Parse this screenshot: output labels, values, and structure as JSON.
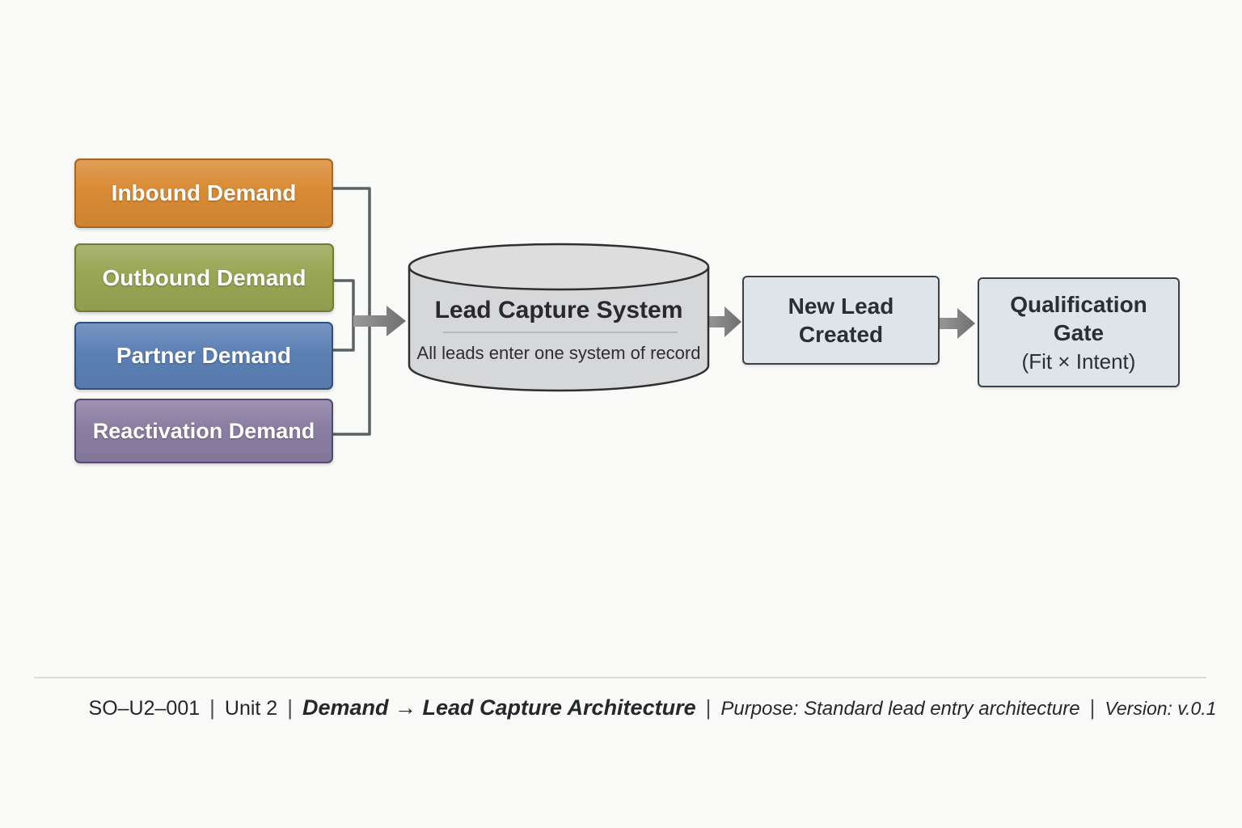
{
  "diagram": {
    "sources": [
      {
        "id": "inbound",
        "label": "Inbound Demand",
        "fill": "#D98B35",
        "border": "#A8661F"
      },
      {
        "id": "outbound",
        "label": "Outbound Demand",
        "fill": "#98A654",
        "border": "#6F7C33"
      },
      {
        "id": "partner",
        "label": "Partner Demand",
        "fill": "#5C80B5",
        "border": "#2F4F77"
      },
      {
        "id": "reactivation",
        "label": "Reactivation Demand",
        "fill": "#8A7EA2",
        "border": "#55496F"
      }
    ],
    "database": {
      "title": "Lead Capture System",
      "subtitle": "All leads enter one system of record",
      "fill": "#D6D7D8",
      "fill_top": "#DDDDDD",
      "stroke": "#2F2F31"
    },
    "steps": [
      {
        "id": "new-lead",
        "lines": [
          "New Lead",
          "Created"
        ]
      },
      {
        "id": "qualification-gate",
        "lines": [
          "Qualification",
          "Gate"
        ],
        "sub": "(Fit × Intent)"
      }
    ],
    "step_fill": "#DFE3EA",
    "step_border": "#3C4148",
    "connector_color": "#5A6167",
    "arrow_color_light": "#9A9A9A",
    "arrow_color_dark": "#6F6F6F"
  },
  "footer": {
    "id_code": "SO–U2–001",
    "unit": "Unit 2",
    "title": "Demand → Lead Capture Architecture",
    "purpose": "Purpose: Standard lead entry architecture",
    "version": "Version: v.0.1",
    "separator": "|"
  }
}
